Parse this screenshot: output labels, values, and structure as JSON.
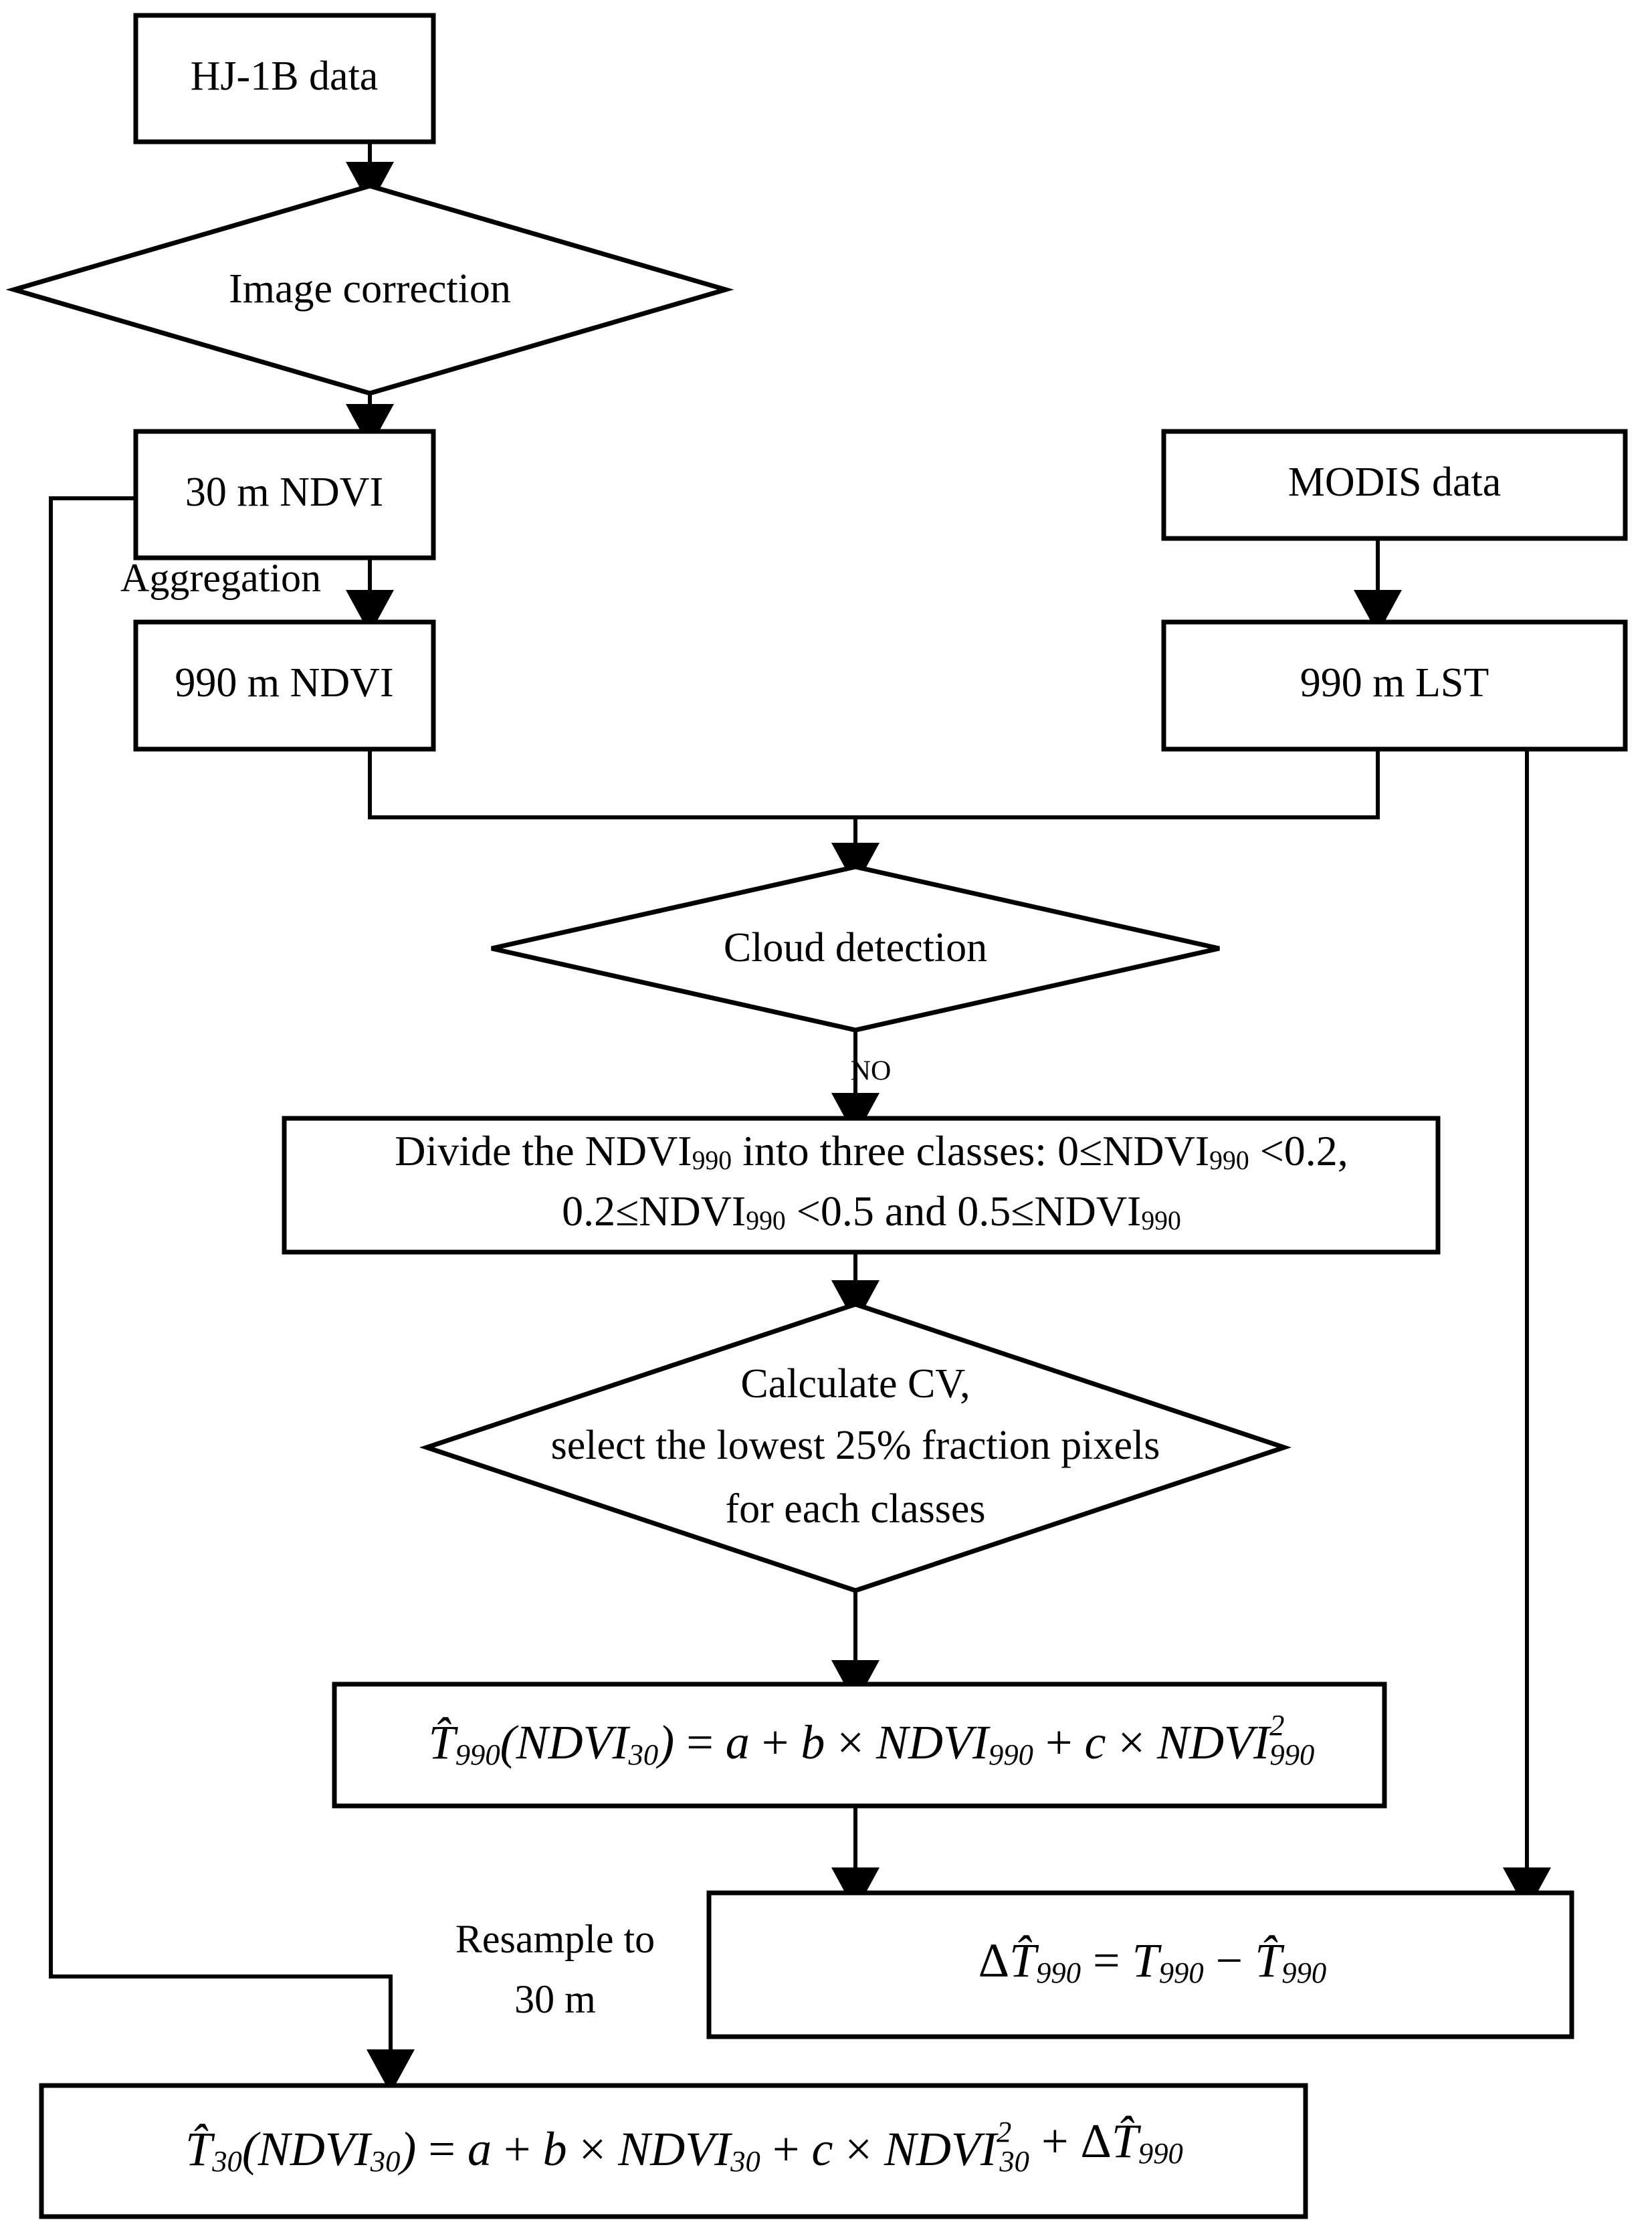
{
  "diagram": {
    "title": "LST downscaling workflow flowchart",
    "stroke_color": "#000000",
    "fill_color": "#ffffff"
  },
  "nodes": {
    "hj1b": {
      "label": "HJ-1B data",
      "shape": "process"
    },
    "image_correction": {
      "label": "Image correction",
      "shape": "decision"
    },
    "ndvi30": {
      "label": "30 m NDVI",
      "shape": "process"
    },
    "ndvi990": {
      "label": "990 m NDVI",
      "shape": "process"
    },
    "modis": {
      "label": "MODIS data",
      "shape": "process"
    },
    "lst990": {
      "label": "990 m LST",
      "shape": "process"
    },
    "cloud_detection": {
      "label": "Cloud detection",
      "shape": "decision"
    },
    "divide_classes": {
      "shape": "process",
      "line1_a": "Divide the NDVI",
      "line1_sub1": "990",
      "line1_b": " into three classes: 0≤NDVI",
      "line1_sub2": "990",
      "line1_c": " <0.2,",
      "line2_a": "0.2≤NDVI",
      "line2_sub1": "990",
      "line2_b": " <0.5 and 0.5≤NDVI",
      "line2_sub2": "990"
    },
    "calculate_cv": {
      "shape": "decision",
      "line1": "Calculate CV,",
      "line2": "select the lowest 25% fraction pixels",
      "line3": "for each classes"
    },
    "formula_990": {
      "shape": "process",
      "text": "T̂990(NDVI30) = a + b × NDVI990 + c × NDVI²990"
    },
    "delta_t": {
      "shape": "process",
      "text": "ΔT̂990 = T990 − T̂990"
    },
    "formula_30": {
      "shape": "process",
      "text": "T̂30(NDVI30) = a + b × NDVI30 + c × NDVI²30 + ΔT̂990"
    }
  },
  "edges": {
    "aggregation_label": "Aggregation",
    "no_label": "NO",
    "resample_line1": "Resample to",
    "resample_line2": "30 m"
  }
}
